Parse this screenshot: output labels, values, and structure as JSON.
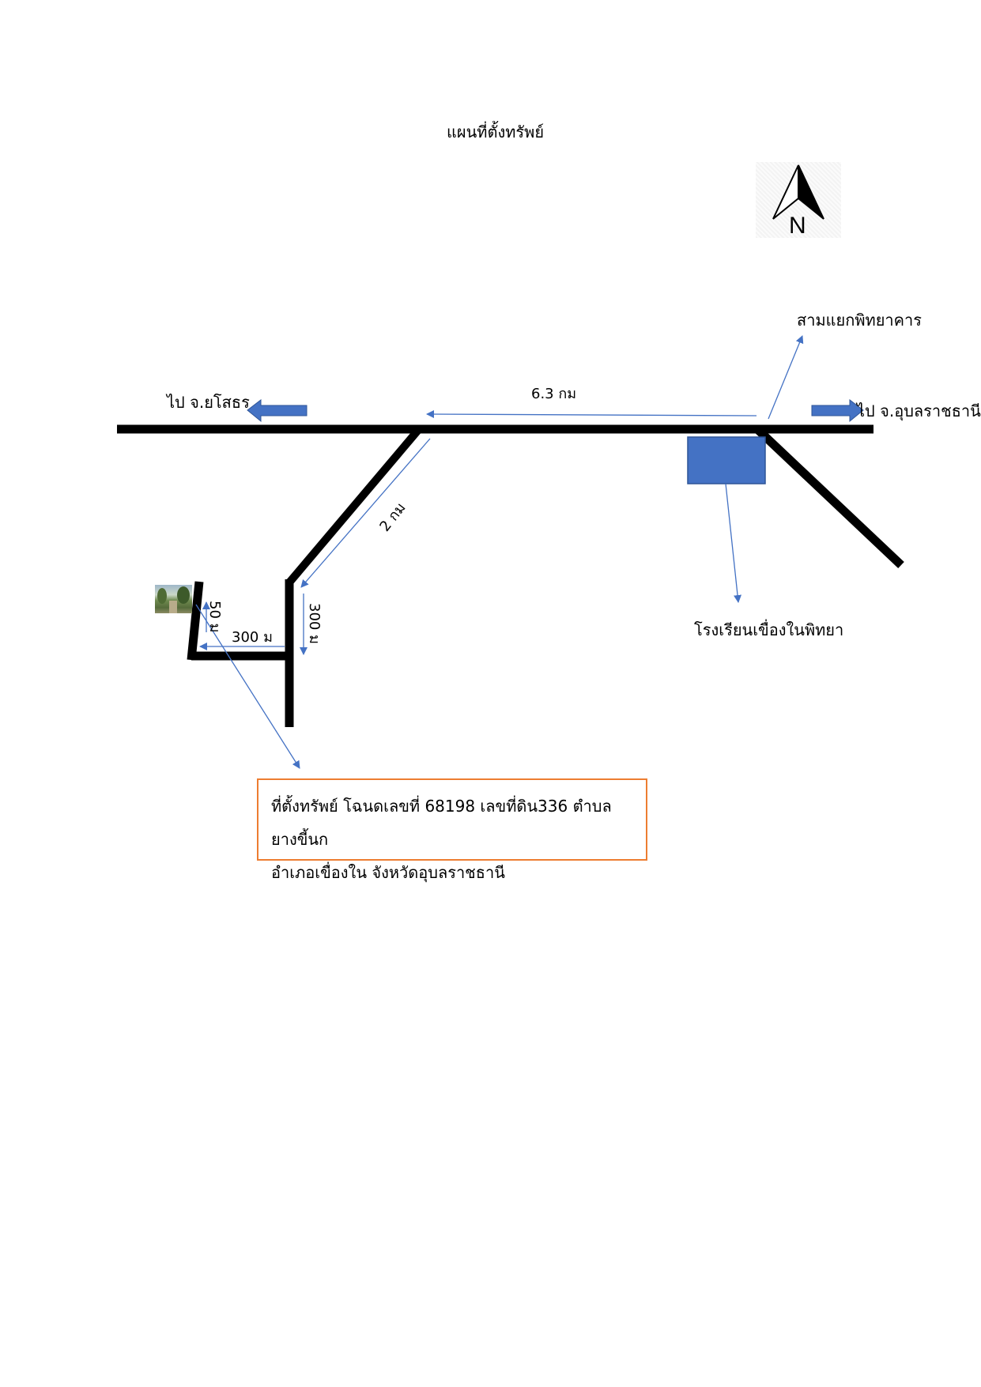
{
  "title": "แผนที่ตั้งทรัพย์",
  "north_label": "N",
  "labels": {
    "junction": "สามแยกพิทยาคาร",
    "to_yasothon": "ไป จ.ยโสธร",
    "to_ubon": "ไป จ.อุบลราชธานี",
    "school": "โรงเรียนเขื่องในพิทยา",
    "dist_main": "6.3 กม",
    "dist_diagonal": "2 กม",
    "dist_south": "300 ม",
    "dist_west": "300 ม",
    "dist_north": "50 ม"
  },
  "info_box": {
    "line1": "ที่ตั้งทรัพย์ โฉนดเลขที่ 68198 เลขที่ดิน336 ตำบลยางขี้นก",
    "line2": "อำเภอเขื่องใน จังหวัดอุบลราชธานี"
  },
  "colors": {
    "road": "#000000",
    "arrow": "#4472c4",
    "block_arrow": "#4472c4",
    "school_block": "#4472c4",
    "box_border": "#ed7d31"
  }
}
